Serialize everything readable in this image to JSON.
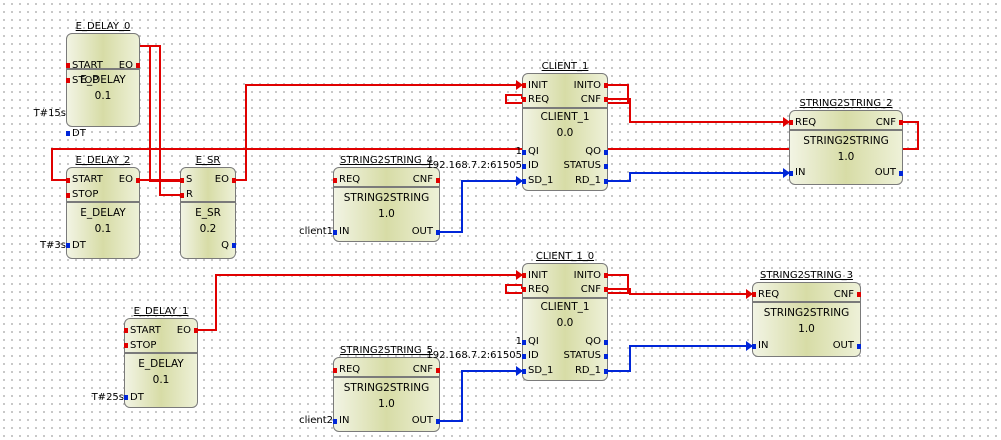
{
  "blocks": {
    "e_delay_0": {
      "title": "E_DELAY_0",
      "type": "E_DELAY",
      "version": "0.1",
      "param": "T#15s"
    },
    "e_delay_2": {
      "title": "E_DELAY_2",
      "type": "E_DELAY",
      "version": "0.1",
      "param": "T#3s"
    },
    "e_delay_1": {
      "title": "E_DELAY_1",
      "type": "E_DELAY",
      "version": "0.1",
      "param": "T#25s"
    },
    "e_sr": {
      "title": "E_SR",
      "type": "E_SR",
      "version": "0.2"
    },
    "s2s_4": {
      "title": "STRING2STRING_4",
      "type": "STRING2STRING",
      "version": "1.0",
      "param": "client1"
    },
    "s2s_5": {
      "title": "STRING2STRING_5",
      "type": "STRING2STRING",
      "version": "1.0",
      "param": "client2"
    },
    "client_1": {
      "title": "CLIENT_1",
      "type": "CLIENT_1",
      "version": "0.0",
      "qi_value": "1",
      "id_value": "192.168.7.2:61505"
    },
    "client_1_0": {
      "title": "CLIENT_1_0",
      "type": "CLIENT_1",
      "version": "0.0",
      "qi_value": "1",
      "id_value": "192.168.7.2:61505"
    },
    "s2s_2": {
      "title": "STRING2STRING_2",
      "type": "STRING2STRING",
      "version": "1.0"
    },
    "s2s_3": {
      "title": "STRING2STRING_3",
      "type": "STRING2STRING",
      "version": "1.0"
    }
  },
  "ports": {
    "start": "START",
    "stop": "STOP",
    "eo": "EO",
    "dt": "DT",
    "s": "S",
    "r": "R",
    "q": "Q",
    "req": "REQ",
    "cnf": "CNF",
    "in": "IN",
    "out": "OUT",
    "init": "INIT",
    "inito": "INITO",
    "qi": "QI",
    "qo": "QO",
    "id": "ID",
    "status": "STATUS",
    "sd_1": "SD_1",
    "rd_1": "RD_1"
  },
  "colors": {
    "event_wire": "#e00000",
    "data_wire": "#0026d8",
    "block_fill": "#d7dca6",
    "block_border": "#7a7a7a"
  }
}
